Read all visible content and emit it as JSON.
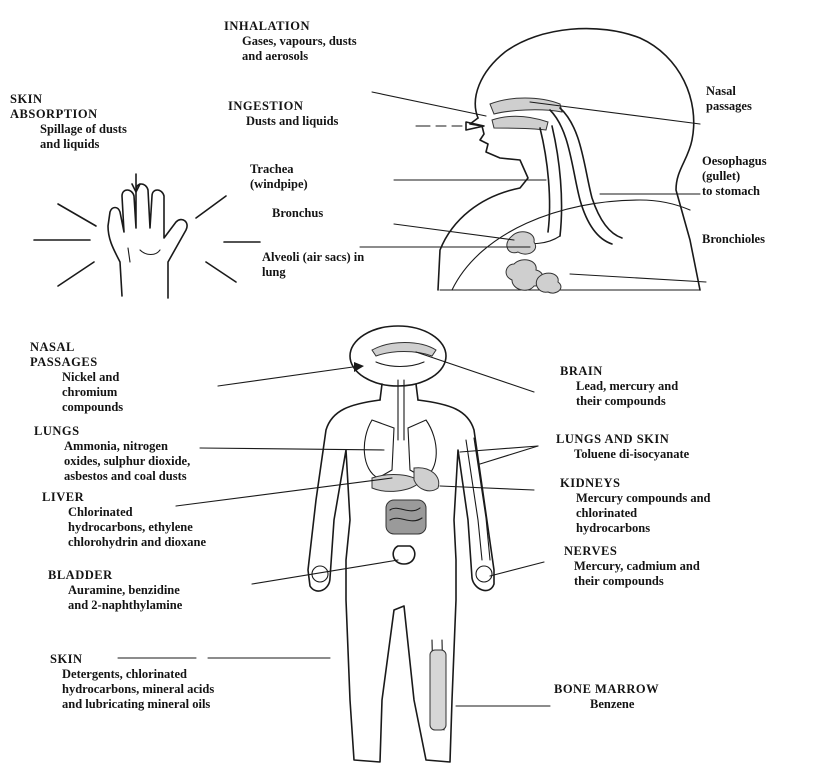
{
  "inhalation": {
    "title": "INHALATION",
    "desc": [
      "Gases, vapours, dusts",
      "and aerosols"
    ]
  },
  "skin_absorption": {
    "title": [
      "SKIN",
      "ABSORPTION"
    ],
    "desc": [
      "Spillage of dusts",
      "and liquids"
    ]
  },
  "ingestion": {
    "title": "INGESTION",
    "desc": [
      "Dusts and liquids"
    ]
  },
  "nasal_passages_top": {
    "title": [
      "Nasal",
      "passages"
    ]
  },
  "trachea": {
    "title": [
      "Trachea",
      "(windpipe)"
    ]
  },
  "oesophagus": {
    "title": [
      "Oesophagus",
      "(gullet)",
      "to stomach"
    ]
  },
  "bronchus": {
    "title": "Bronchus"
  },
  "bronchioles": {
    "title": "Bronchioles"
  },
  "alveoli": {
    "title": [
      "Alveoli (air sacs) in",
      "lung"
    ]
  },
  "nasal_passages_body": {
    "title": [
      "NASAL",
      "PASSAGES"
    ],
    "desc": [
      "Nickel and",
      "chromium",
      "compounds"
    ]
  },
  "lungs": {
    "title": "LUNGS",
    "desc": [
      "Ammonia, nitrogen",
      "oxides, sulphur dioxide,",
      "asbestos and coal dusts"
    ]
  },
  "liver": {
    "title": "LIVER",
    "desc": [
      "Chlorinated",
      "hydrocarbons, ethylene",
      "chlorohydrin and dioxane"
    ]
  },
  "bladder": {
    "title": "BLADDER",
    "desc": [
      "Auramine, benzidine",
      "and 2-naphthylamine"
    ]
  },
  "skin": {
    "title": "SKIN",
    "desc": [
      "Detergents, chlorinated",
      "hydrocarbons, mineral acids",
      "and lubricating mineral oils"
    ]
  },
  "brain": {
    "title": "BRAIN",
    "desc": [
      "Lead, mercury and",
      "their compounds"
    ]
  },
  "lungs_and_skin": {
    "title": "LUNGS AND SKIN",
    "desc": [
      "Toluene di-isocyanate"
    ]
  },
  "kidneys": {
    "title": "KIDNEYS",
    "desc": [
      "Mercury compounds and",
      "chlorinated",
      "hydrocarbons"
    ]
  },
  "nerves": {
    "title": "NERVES",
    "desc": [
      "Mercury, cadmium and",
      "their compounds"
    ]
  },
  "bone_marrow": {
    "title": "BONE MARROW",
    "desc": [
      "Benzene"
    ]
  }
}
